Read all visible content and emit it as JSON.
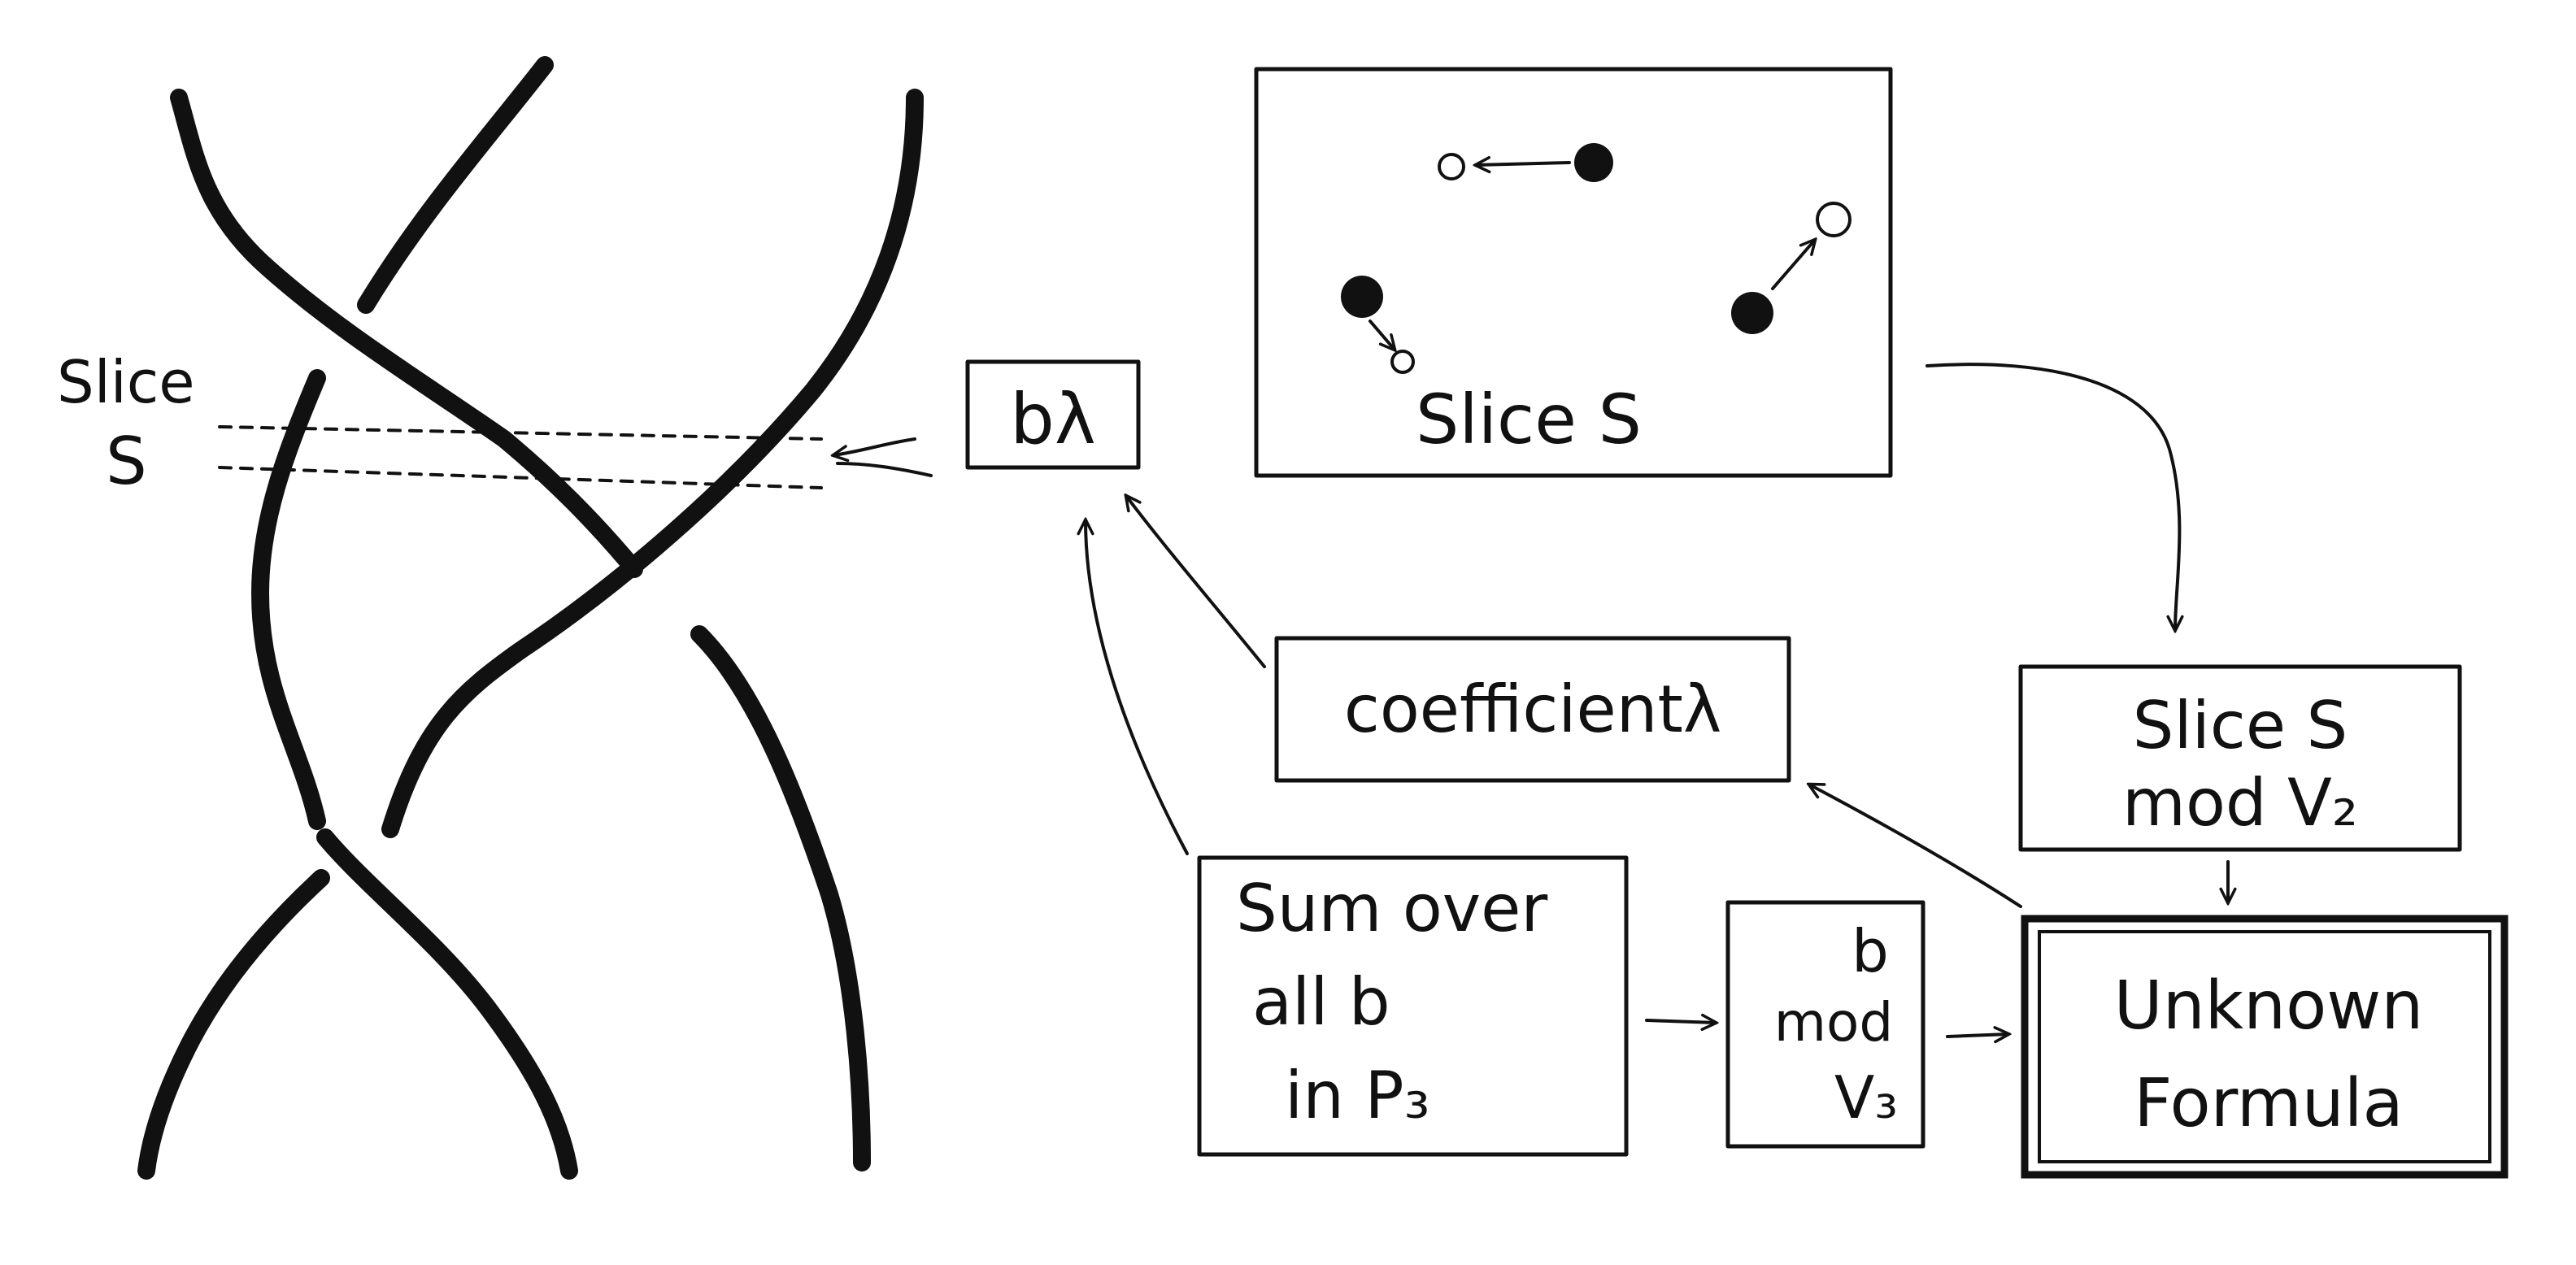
{
  "colors": {
    "ink": "#111111",
    "paper": "#ffffff"
  },
  "slice_label": {
    "line1": "Slice",
    "line2": "S"
  },
  "b_lambda": "bλ",
  "slice_box": {
    "caption": "Slice S"
  },
  "coefficient": "coefficientλ",
  "slice_mod": {
    "line1": "Slice S",
    "line2": "mod V₂"
  },
  "sum_box": {
    "line1": "Sum over",
    "line2": "all b",
    "line3": "in P₃"
  },
  "b_mod": {
    "line1": "b",
    "line2": "mod",
    "line3": "V₃"
  },
  "unknown": {
    "line1": "Unknown",
    "line2": "Formula"
  }
}
